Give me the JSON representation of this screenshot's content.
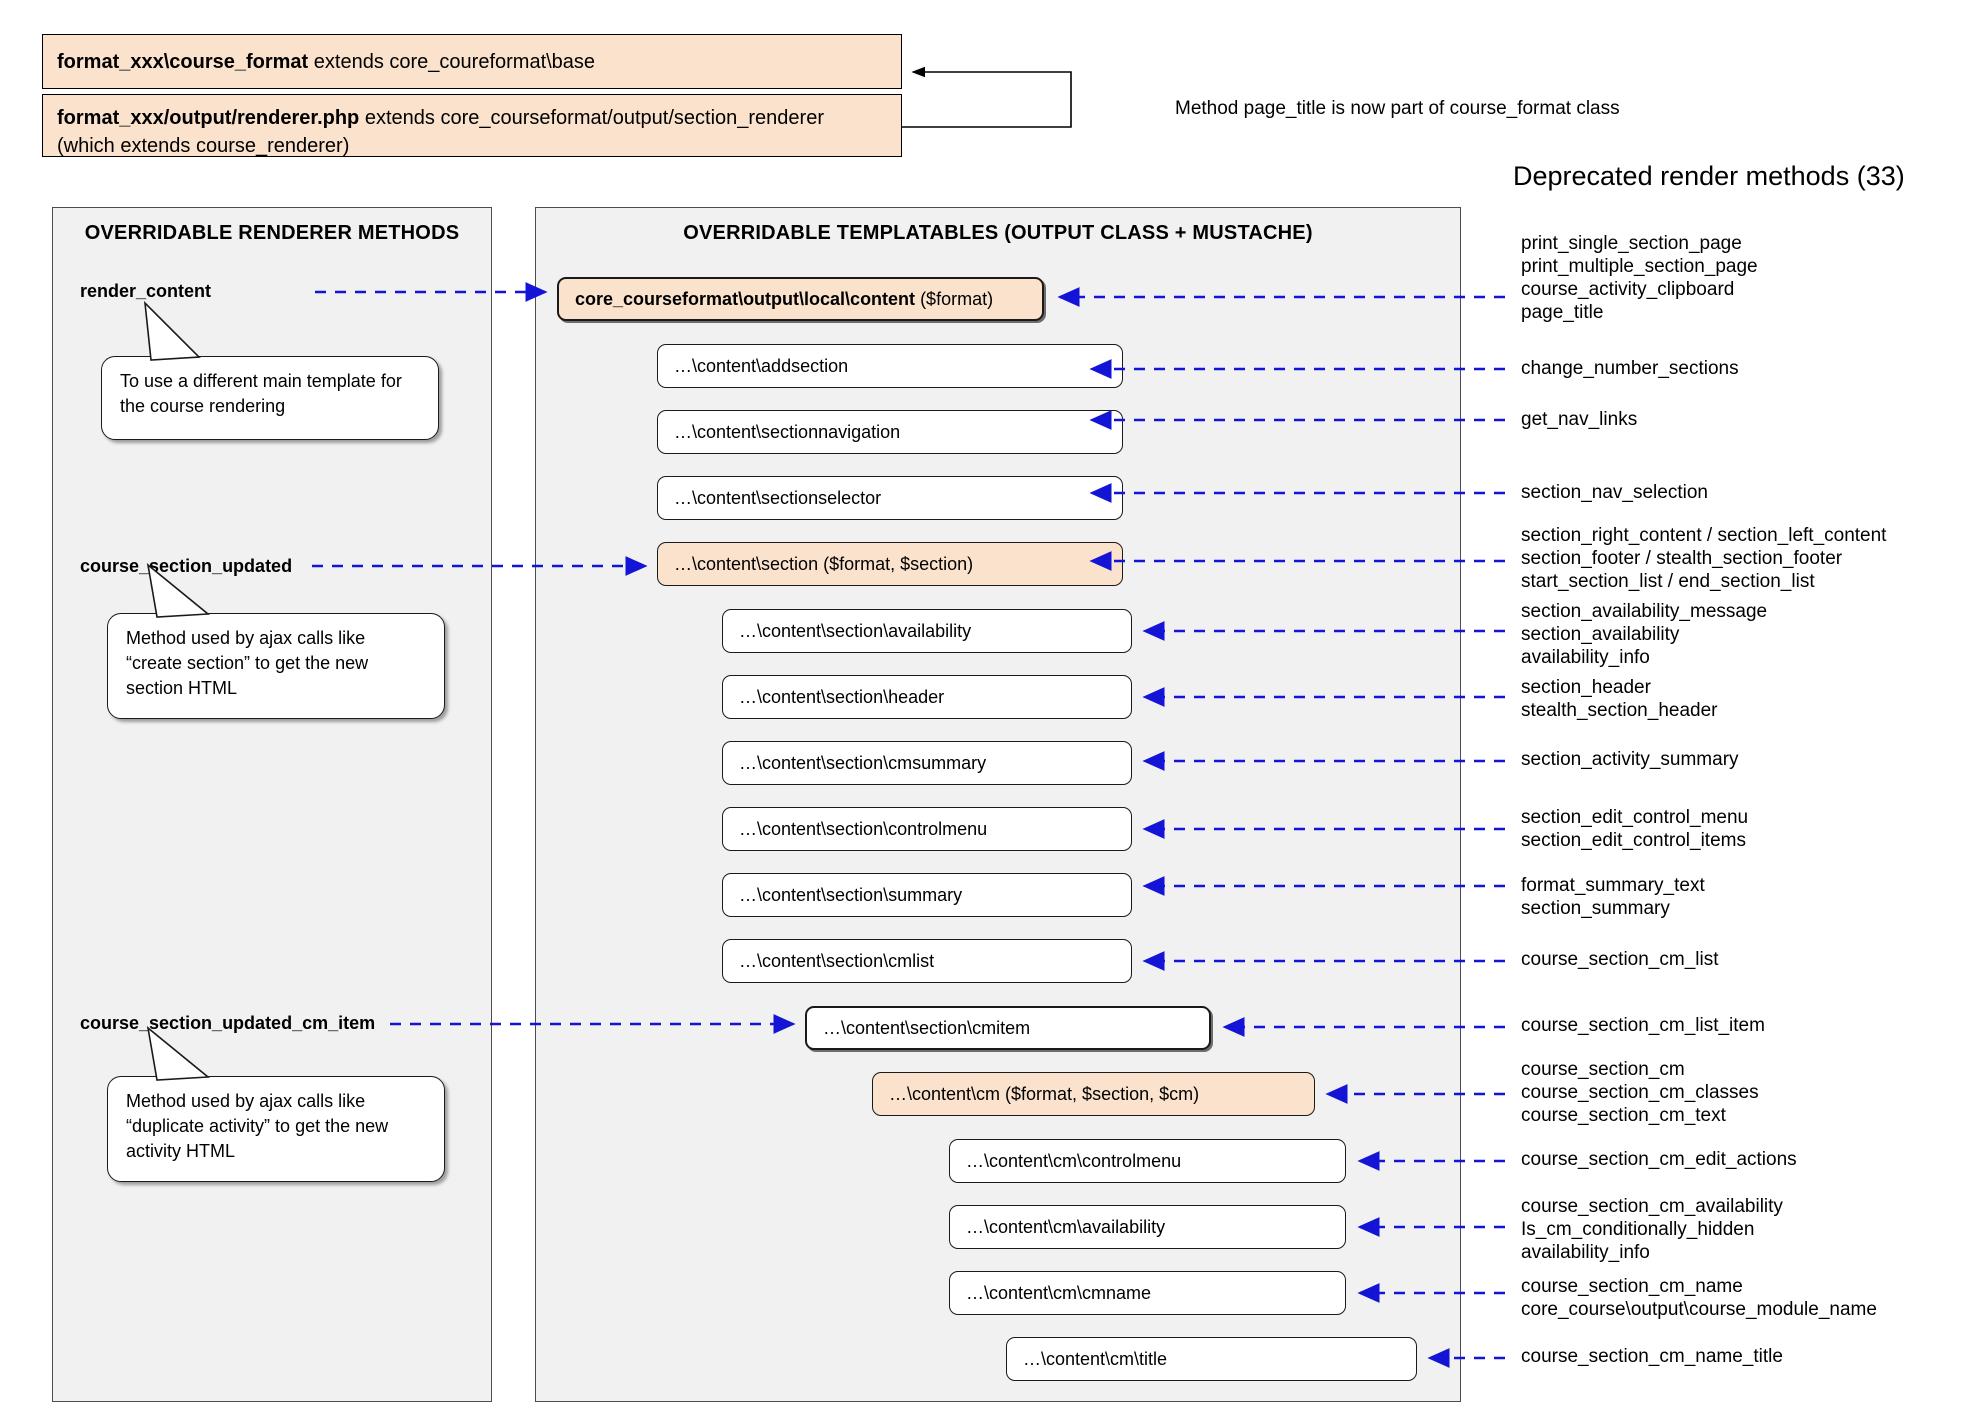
{
  "header": {
    "class_box": {
      "bold": "format_xxx\\course_format",
      "rest": " extends core_coureformat\\base"
    },
    "renderer_box": {
      "bold": "format_xxx/output/renderer.php",
      "rest": " extends core_courseformat/output/section_renderer (which extends course_renderer)"
    },
    "note": "Method page_title is now part of course_format class",
    "deprecated_title": "Deprecated render methods (33)"
  },
  "left_panel": {
    "title": "OVERRIDABLE RENDERER METHODS",
    "methods": [
      {
        "label": "render_content"
      },
      {
        "label": "course_section_updated"
      },
      {
        "label": "course_section_updated_cm_item"
      }
    ],
    "callouts": [
      {
        "text": "To use a different main template for the course rendering"
      },
      {
        "text": "Method used by ajax calls like “create section” to get the new section HTML"
      },
      {
        "text": "Method used by ajax calls like “duplicate activity” to get the new activity HTML"
      }
    ]
  },
  "center_panel": {
    "title": "OVERRIDABLE TEMPLATABLES (OUTPUT CLASS + MUSTACHE)",
    "boxes": [
      {
        "name": "content-root",
        "bold_text": "core_courseformat\\output\\local\\content",
        "rest_text": " ($format)"
      },
      {
        "name": "addsection",
        "text": "…\\content\\addsection"
      },
      {
        "name": "sectionnavigation",
        "text": "…\\content\\sectionnavigation"
      },
      {
        "name": "sectionselector",
        "text": "…\\content\\sectionselector"
      },
      {
        "name": "section",
        "text": "…\\content\\section ($format, $section)"
      },
      {
        "name": "section-availability",
        "text": "…\\content\\section\\availability"
      },
      {
        "name": "section-header",
        "text": "…\\content\\section\\header"
      },
      {
        "name": "section-cmsummary",
        "text": "…\\content\\section\\cmsummary"
      },
      {
        "name": "section-controlmenu",
        "text": "…\\content\\section\\controlmenu"
      },
      {
        "name": "section-summary",
        "text": "…\\content\\section\\summary"
      },
      {
        "name": "section-cmlist",
        "text": "…\\content\\section\\cmlist"
      },
      {
        "name": "section-cmitem",
        "text": "…\\content\\section\\cmitem"
      },
      {
        "name": "cm",
        "text": "…\\content\\cm ($format, $section, $cm)"
      },
      {
        "name": "cm-controlmenu",
        "text": "…\\content\\cm\\controlmenu"
      },
      {
        "name": "cm-availability",
        "text": "…\\content\\cm\\availability"
      },
      {
        "name": "cm-cmname",
        "text": "…\\content\\cm\\cmname"
      },
      {
        "name": "cm-title",
        "text": "…\\content\\cm\\title"
      }
    ]
  },
  "deprecated_groups": [
    {
      "lines": [
        "print_single_section_page",
        "print_multiple_section_page",
        "course_activity_clipboard",
        "page_title"
      ]
    },
    {
      "lines": [
        "change_number_sections"
      ]
    },
    {
      "lines": [
        "get_nav_links"
      ]
    },
    {
      "lines": [
        "section_nav_selection"
      ]
    },
    {
      "lines": [
        "section_right_content / section_left_content",
        "section_footer / stealth_section_footer",
        "start_section_list / end_section_list"
      ]
    },
    {
      "lines": [
        "section_availability_message",
        "section_availability",
        "availability_info"
      ]
    },
    {
      "lines": [
        "section_header",
        "stealth_section_header"
      ]
    },
    {
      "lines": [
        "section_activity_summary"
      ]
    },
    {
      "lines": [
        "section_edit_control_menu",
        "section_edit_control_items"
      ]
    },
    {
      "lines": [
        "format_summary_text",
        "section_summary"
      ]
    },
    {
      "lines": [
        "course_section_cm_list"
      ]
    },
    {
      "lines": [
        "course_section_cm_list_item"
      ]
    },
    {
      "lines": [
        "course_section_cm",
        "course_section_cm_classes",
        "course_section_cm_text"
      ]
    },
    {
      "lines": [
        "course_section_cm_edit_actions"
      ]
    },
    {
      "lines": [
        "course_section_cm_availability",
        "Is_cm_conditionally_hidden",
        "availability_info"
      ]
    },
    {
      "lines": [
        "course_section_cm_name",
        "core_course\\output\\course_module_name"
      ]
    },
    {
      "lines": [
        "course_section_cm_name_title"
      ]
    }
  ],
  "colors": {
    "highlight_fill": "#fbe2cc",
    "panel_fill": "#f1f1f1",
    "connector": "#1414d6",
    "outline": "#1a1a1a"
  }
}
